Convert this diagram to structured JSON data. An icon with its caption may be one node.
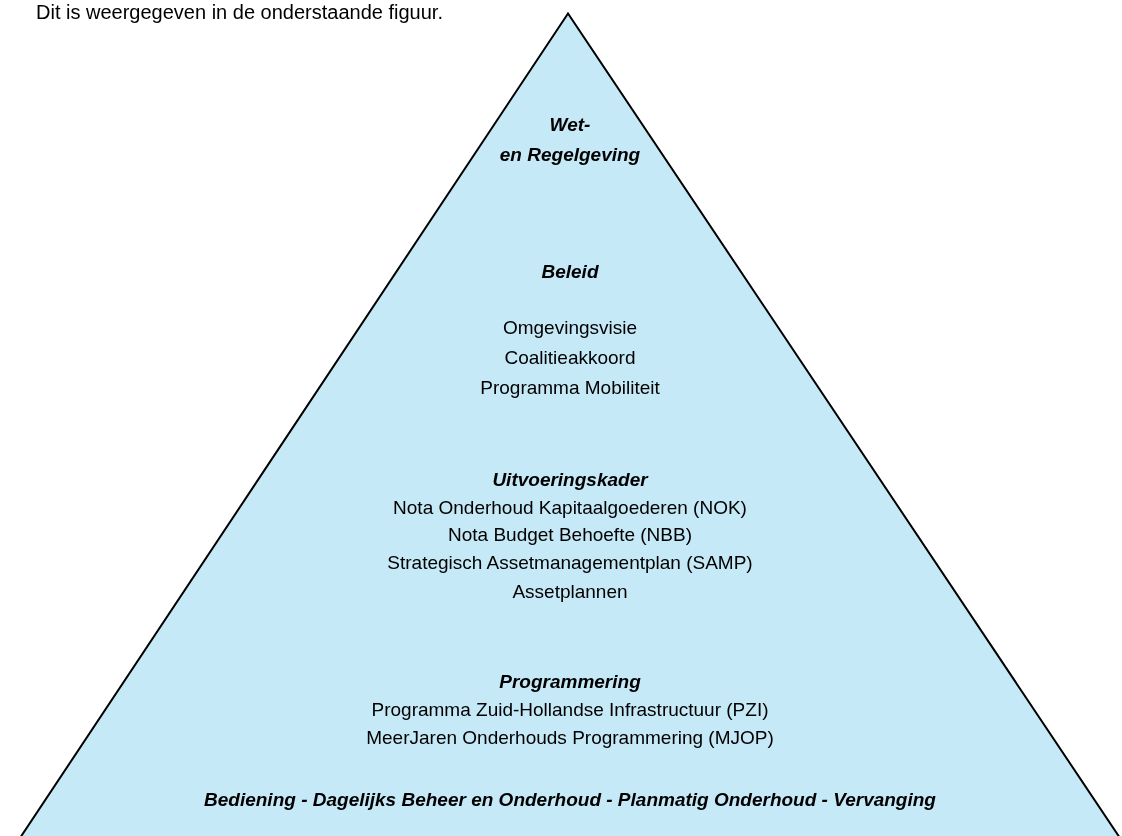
{
  "diagram": {
    "nodes": [
      {
        "text": [
          "Wet-",
          "en Regelgeving",
          "Beleid",
          "Omgevingsvisie",
          "Coalitieakkoord",
          "Programma Mobiliteit",
          "Uitvoeringskader",
          "Nota Onderhoud Kapitaalgoederen (NOK)",
          "Nota Budget Behoefte (NBB)",
          "Strategisch Assetmanagementplan (SAMP)",
          "Assetplannen",
          "Programmering",
          "Programma Zuid-Hollandse Infrastructuur (PZI)",
          "MeerJaren Onderhouds Programmering (MJOP)",
          "Bediening - Dagelijks Beheer en Onderhoud  - Planmatig Onderhoud  - Vervanging"
        ]
      }
    ],
    "labels": [
      "Dit is weergegeven in de onderstaande figuur."
    ]
  }
}
